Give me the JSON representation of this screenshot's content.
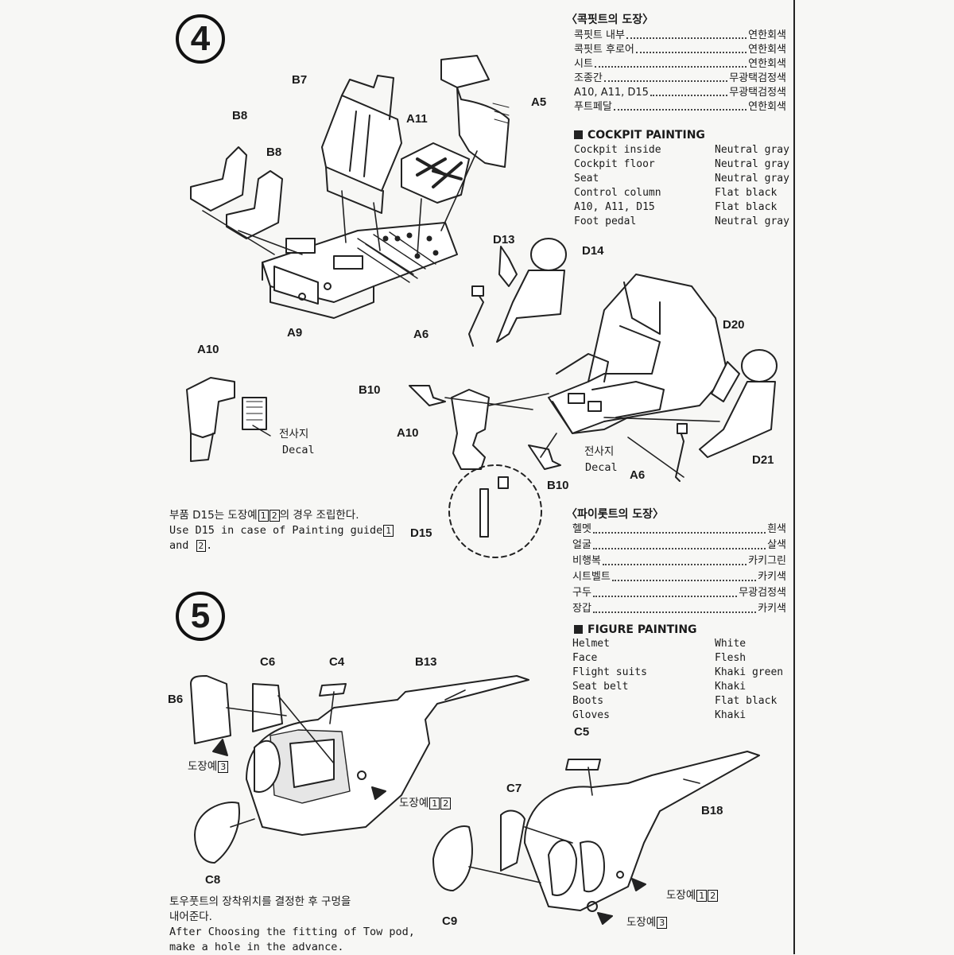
{
  "steps": {
    "four": "4",
    "five": "5"
  },
  "parts_step4": {
    "b7": "B7",
    "b8a": "B8",
    "b8b": "B8",
    "a11": "A11",
    "a5": "A5",
    "a9": "A9",
    "a10a": "A10",
    "a10b": "A10",
    "d13": "D13",
    "d14": "D14",
    "a6a": "A6",
    "a6b": "A6",
    "d20": "D20",
    "d21": "D21",
    "b10a": "B10",
    "b10b": "B10",
    "d15": "D15"
  },
  "decal": {
    "kr": "전사지",
    "en": "Decal"
  },
  "parts_step5": {
    "c6": "C6",
    "c4": "C4",
    "b13": "B13",
    "b6": "B6",
    "c8": "C8",
    "c5": "C5",
    "c7": "C7",
    "b18": "B18",
    "c9": "C9"
  },
  "paint_refs": {
    "ref3": "도장예",
    "ref12": "도장예",
    "ref12b": "도장예",
    "ref3b": "도장예",
    "n1": "1",
    "n2": "2",
    "n3": "3"
  },
  "notes": {
    "d15_kr_a": "부품 D15는 도장예",
    "d15_kr_b": "의 경우 조립한다.",
    "d15_en_a": "Use D15 in case of Painting guide",
    "d15_en_b": "and",
    "tow_kr_1": "토우풋트의 장착위치를 결정한 후 구멍을",
    "tow_kr_2": "내어준다.",
    "tow_en_1": "After Choosing the fitting of Tow pod,",
    "tow_en_2": "make a hole in the advance."
  },
  "cockpit_kr": {
    "title": "〈콕핏트의 도장〉",
    "rows": [
      {
        "item": "콕핏트 내부",
        "color": "연한회색"
      },
      {
        "item": "콕핏트 후로어",
        "color": "연한회색"
      },
      {
        "item": "시트",
        "color": "연한회색"
      },
      {
        "item": "조종간",
        "color": "무광택검정색"
      },
      {
        "item": "A10, A11, D15",
        "color": "무광택검정색"
      },
      {
        "item": "푸트페달",
        "color": "연한회색"
      }
    ]
  },
  "cockpit_en": {
    "title": "COCKPIT PAINTING",
    "rows": [
      {
        "item": "Cockpit inside",
        "color": "Neutral gray"
      },
      {
        "item": "Cockpit floor",
        "color": "Neutral gray"
      },
      {
        "item": "Seat",
        "color": "Neutral gray"
      },
      {
        "item": "Control column",
        "color": "Flat black"
      },
      {
        "item": "A10, A11, D15",
        "color": "Flat black"
      },
      {
        "item": "Foot pedal",
        "color": "Neutral gray"
      }
    ]
  },
  "pilot_kr": {
    "title": "〈파이롯트의 도장〉",
    "rows": [
      {
        "item": "헬멧",
        "color": "흰색"
      },
      {
        "item": "얼굴",
        "color": "살색"
      },
      {
        "item": "비행복",
        "color": "카키그린"
      },
      {
        "item": "시트벨트",
        "color": "카키색"
      },
      {
        "item": "구두",
        "color": "무광검정색"
      },
      {
        "item": "장갑",
        "color": "카키색"
      }
    ]
  },
  "figure_en": {
    "title": "FIGURE PAINTING",
    "rows": [
      {
        "item": "Helmet",
        "color": "White"
      },
      {
        "item": "Face",
        "color": "Flesh"
      },
      {
        "item": "Flight suits",
        "color": "Khaki green"
      },
      {
        "item": "Seat belt",
        "color": "Khaki"
      },
      {
        "item": "Boots",
        "color": "Flat black"
      },
      {
        "item": "Gloves",
        "color": "Khaki"
      }
    ]
  }
}
